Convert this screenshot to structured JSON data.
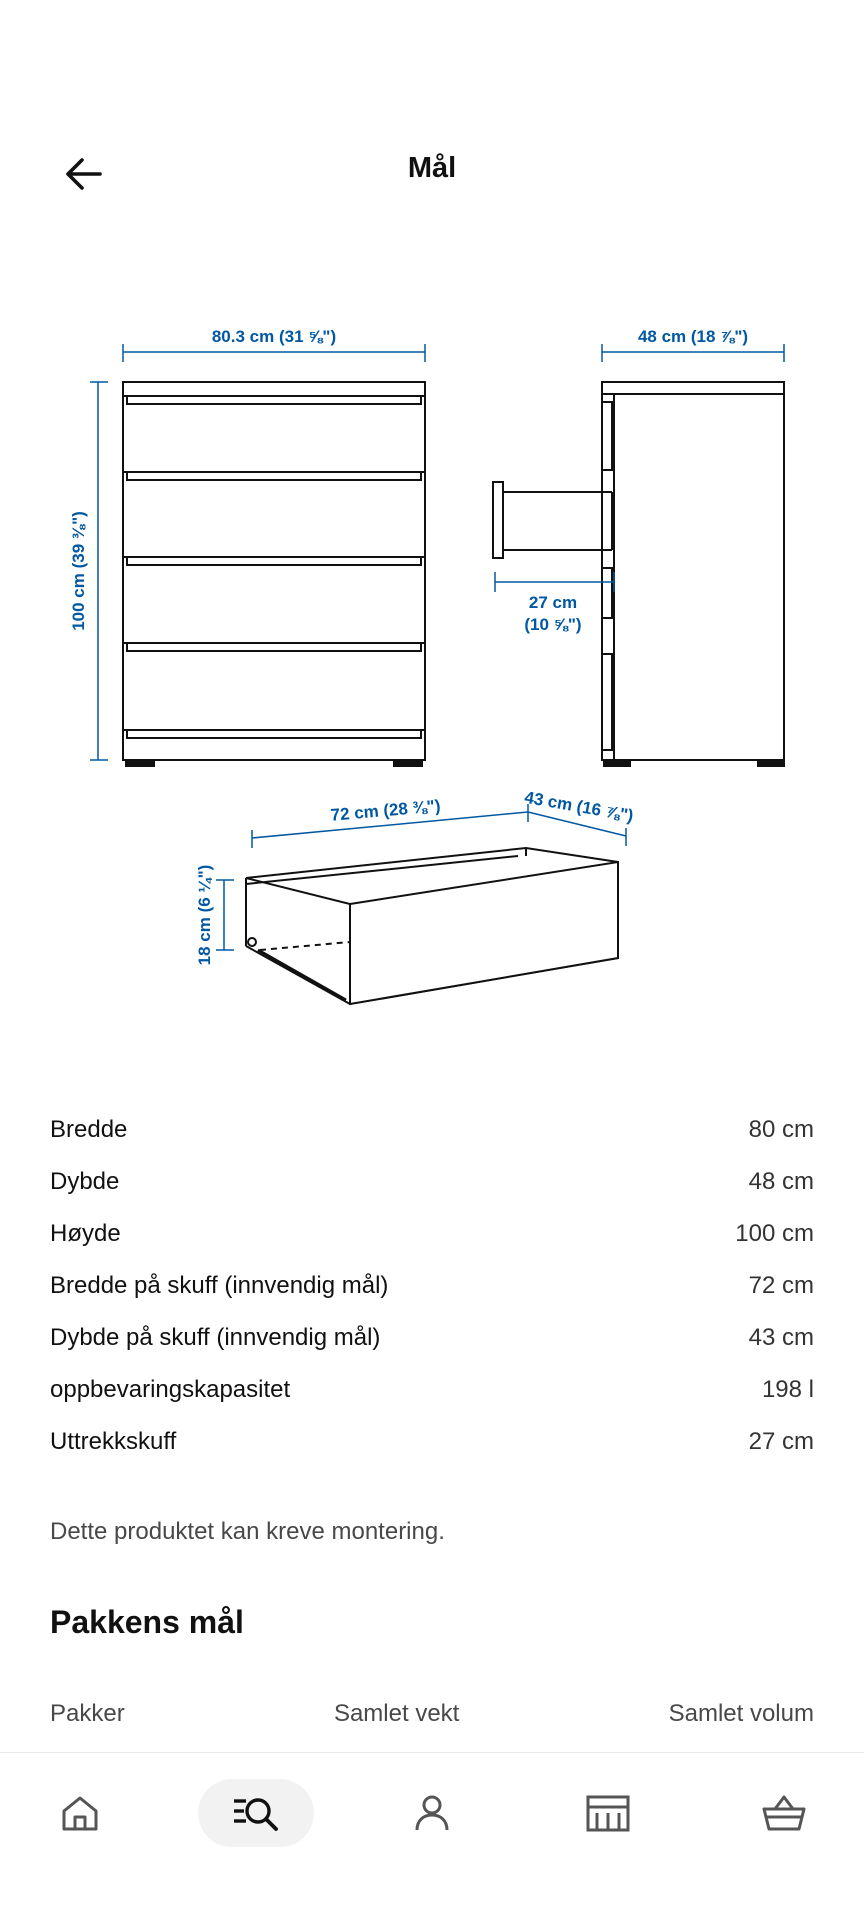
{
  "header": {
    "title": "Mål",
    "back_icon": "arrow-left-icon"
  },
  "illustration": {
    "width_label": "80.3 cm (31 ⅝\")",
    "height_label": "100 cm (39 ⅜\")",
    "depth_label": "48 cm (18 ⅞\")",
    "drawer_pull_label_1": "27 cm",
    "drawer_pull_label_2": "(10 ⅝\")",
    "drawer_width_label": "72 cm (28 ⅜\")",
    "drawer_depth_label": "43 cm (16 ⅞\")",
    "drawer_height_label": "18 cm (6 ¼\")",
    "accent_color": "#0058a3"
  },
  "specs": [
    {
      "label": "Bredde",
      "value": "80 cm"
    },
    {
      "label": "Dybde",
      "value": "48 cm"
    },
    {
      "label": "Høyde",
      "value": "100 cm"
    },
    {
      "label": "Bredde på skuff (innvendig mål)",
      "value": "72 cm"
    },
    {
      "label": "Dybde på skuff (innvendig mål)",
      "value": "43 cm"
    },
    {
      "label": "oppbevaringskapasitet",
      "value": "198 l"
    },
    {
      "label": "Uttrekkskuff",
      "value": "27 cm"
    }
  ],
  "note": "Dette produktet kan kreve montering.",
  "package": {
    "title": "Pakkens mål",
    "headers": [
      "Pakker",
      "Samlet vekt",
      "Samlet volum"
    ]
  },
  "nav": {
    "items": [
      {
        "icon": "home-icon",
        "active": false
      },
      {
        "icon": "search-icon",
        "active": true
      },
      {
        "icon": "profile-icon",
        "active": false
      },
      {
        "icon": "store-icon",
        "active": false
      },
      {
        "icon": "cart-icon",
        "active": false
      }
    ]
  }
}
